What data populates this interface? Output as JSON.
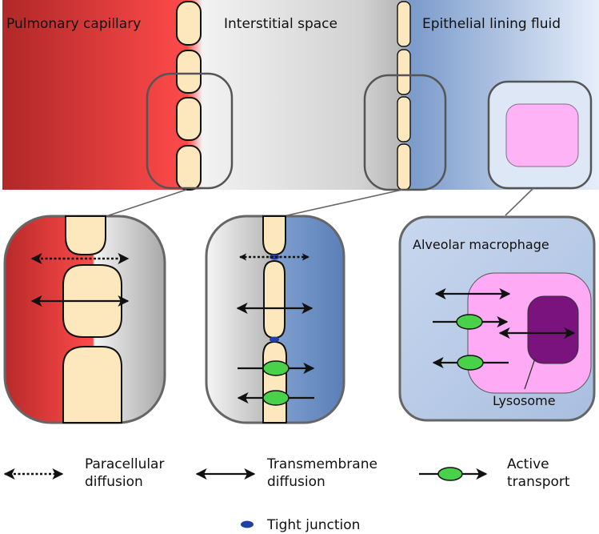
{
  "headers": {
    "capillary": "Pulmonary capillary",
    "interstitial": "Interstitial space",
    "elf": "Epithelial lining fluid"
  },
  "panel_labels": {
    "macrophage": "Alveolar macrophage",
    "lysosome": "Lysosome"
  },
  "legend": {
    "paracellular_line1": "Paracellular",
    "paracellular_line2": "diffusion",
    "transmembrane_line1": "Transmembrane",
    "transmembrane_line2": "diffusion",
    "active_line1": "Active",
    "active_line2": "transport",
    "tight_junction": "Tight junction"
  },
  "colors": {
    "capillary_red": "#e84444",
    "interstitial_gray": "#d9d9d9",
    "elf_blue": "#7f9fce",
    "cell_fill": "#fde8bd",
    "macrophage_pink": "#ffaaf5",
    "lysosome_purple": "#7a137d",
    "transporter_green": "#49d149",
    "tight_junction_blue": "#1f3fa8"
  },
  "icons": {
    "paracellular": "dotted-double-arrow-icon",
    "transmembrane": "solid-double-arrow-icon",
    "active": "arrow-with-transporter-icon",
    "tight_junction": "blue-ellipse-icon"
  }
}
